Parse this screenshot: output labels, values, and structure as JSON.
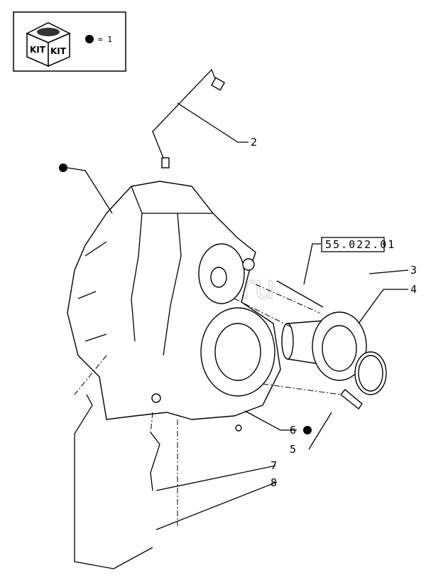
{
  "legend": {
    "kit_text_left": "KIT",
    "kit_text_right": "KIT",
    "equals_label": "= 1"
  },
  "reference_box": "55.022.01",
  "watermark": "autopiter.ru",
  "callouts": {
    "c2": "2",
    "c3": "3",
    "c4": "4",
    "c5": "5",
    "c6": "6",
    "c7": "7",
    "c8": "8"
  }
}
